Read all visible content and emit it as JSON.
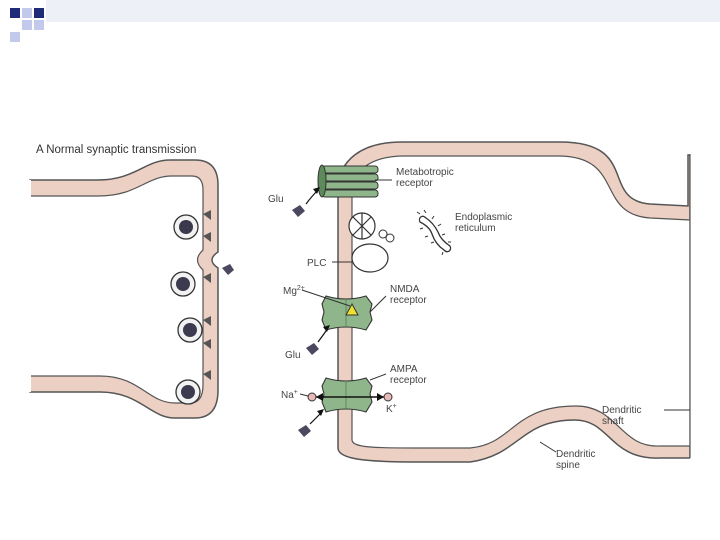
{
  "figure": {
    "panel_title": "A  Normal synaptic transmission",
    "labels": {
      "glu_top": "Glu",
      "metabotropic": [
        "Metabotropic",
        "receptor"
      ],
      "er": [
        "Endoplasmic",
        "reticulum"
      ],
      "plc": "PLC",
      "mg": "Mg",
      "mg_sup": "2+",
      "nmda": [
        "NMDA",
        "receptor"
      ],
      "glu_mid": "Glu",
      "ampa": [
        "AMPA",
        "receptor"
      ],
      "na": "Na",
      "na_sup": "+",
      "k": "K",
      "k_sup": "+",
      "dendritic_shaft": [
        "Dendritic",
        "shaft"
      ],
      "dendritic_spine": [
        "Dendritic",
        "spine"
      ]
    }
  },
  "colors": {
    "slide_accent_dark": "#1f2a78",
    "slide_accent_light": "#c3c9ea",
    "membrane_fill": "#ecd0c3",
    "membrane_stroke": "#555555",
    "receptor_green": "#8fb68b",
    "receptor_dark": "#5d8a5b",
    "vesicle_dark": "#3b3a4e",
    "mg_ion": "#f2e030",
    "k_ion": "#e9b9b9"
  }
}
